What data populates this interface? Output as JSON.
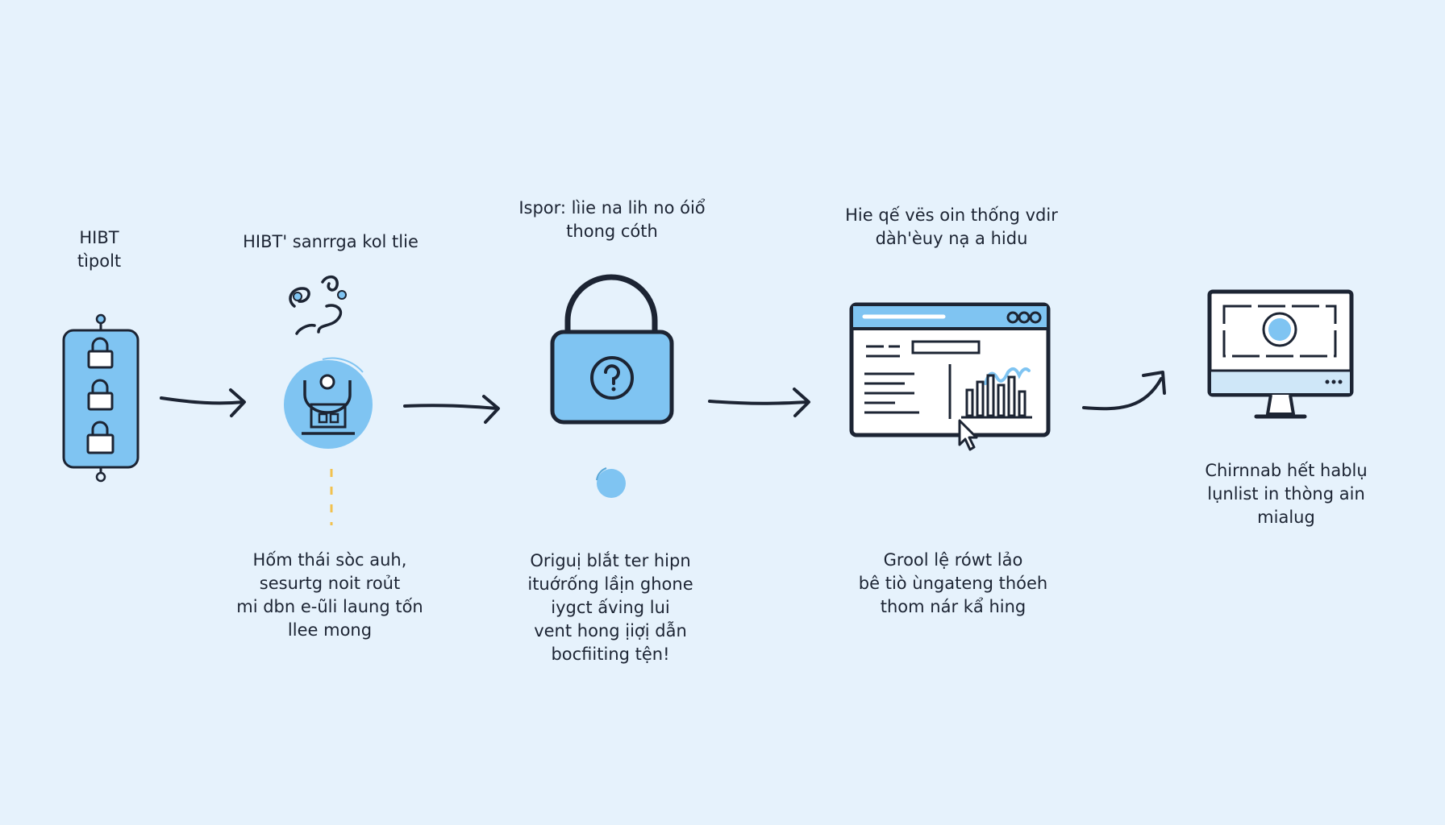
{
  "colors": {
    "background": "#e6f2fc",
    "accent_blue": "#7fc4f2",
    "ink": "#1c2433",
    "dash_yellow": "#f2c14e"
  },
  "steps": [
    {
      "icon": "lock-list-icon",
      "top_label": [
        "HIBT",
        "tìpolt"
      ],
      "bottom_label": []
    },
    {
      "icon": "security-robot-icon",
      "top_label": [
        "HIBT' sanrrga kol tlie"
      ],
      "bottom_label": [
        "Hốm thái sòc auh,",
        "sesurtg noit roủt",
        "mi dbn e-ũli laung tốn",
        "llee mong"
      ]
    },
    {
      "icon": "padlock-question-icon",
      "top_label": [
        "Ispor: lìie na lih no óiổ",
        "thong cóth"
      ],
      "bottom_label": [
        "Origuị blắt ter hipn",
        "ituớrống lầịn ghone",
        "iygct ấving lui",
        "vent hong ịiợị dẫn",
        "bocfiiting tện!"
      ]
    },
    {
      "icon": "browser-dashboard-icon",
      "top_label": [
        "Hie qế vës oin thống vdir",
        "dàh'èuy nạ a hidu"
      ],
      "bottom_label": [
        "Grool lệ rówt lảo",
        "bê tiò ùngateng thóeh",
        "thom nár kẩ hing"
      ]
    },
    {
      "icon": "desktop-monitor-icon",
      "top_label": [],
      "bottom_label": [
        "Chirnnab hết hablụ",
        "lụnlist in thòng ain",
        "mialug"
      ]
    }
  ],
  "connectors": [
    "arrow-right",
    "arrow-right",
    "arrow-right",
    "arrow-curved-up"
  ]
}
